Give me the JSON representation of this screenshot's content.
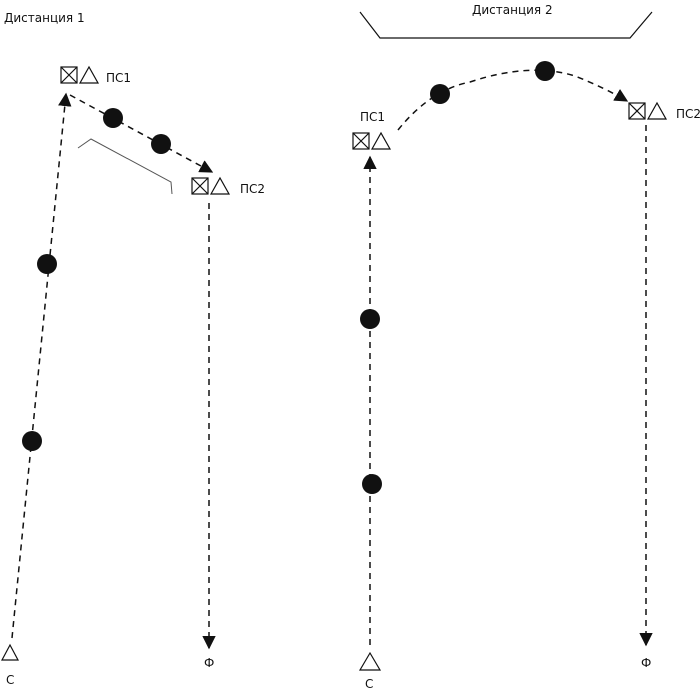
{
  "distance1": {
    "title": "Дистанция 1",
    "start": "С",
    "finish": "Ф",
    "cp1": "ПС1",
    "cp2": "ПС2"
  },
  "distance2": {
    "title": "Дистанция 2",
    "start": "С",
    "finish": "Ф",
    "cp1": "ПС1",
    "cp2": "ПС2"
  },
  "colors": {
    "ink": "#111111",
    "background": "#ffffff"
  }
}
